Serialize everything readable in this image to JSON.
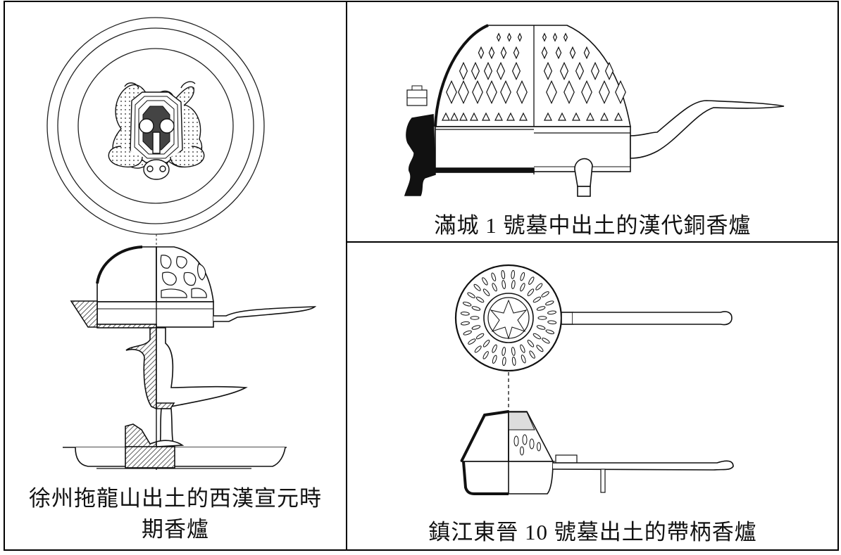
{
  "figures": [
    {
      "id": "xuzhou",
      "caption_line1": "徐州拖龍山出土的西漢宣元時",
      "caption_line2": "期香爐",
      "views": [
        "top-view-plan",
        "section-elevation"
      ]
    },
    {
      "id": "mancheng",
      "caption": "滿城 1 號墓中出土的漢代銅香爐",
      "views": [
        "side-elevation"
      ]
    },
    {
      "id": "zhenjiang",
      "caption": "鎮江東晉 10 號墓出土的帶柄香爐",
      "views": [
        "top-view-plan",
        "section-elevation"
      ]
    }
  ],
  "colors": {
    "ink": "#111111",
    "border": "#000000",
    "background": "#ffffff",
    "hatch": "#333333"
  }
}
